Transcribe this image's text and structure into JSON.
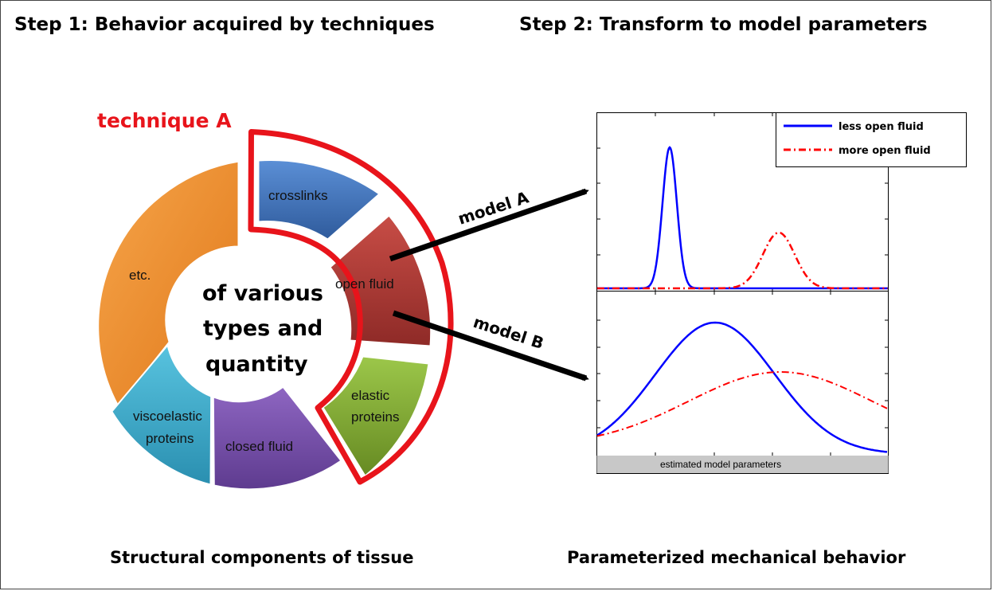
{
  "headings": {
    "step1": "Step 1: Behavior acquired by techniques",
    "step2": "Step 2: Transform to model parameters"
  },
  "captions": {
    "left": "Structural components of tissue",
    "right": "Parameterized mechanical behavior"
  },
  "technique_label": "technique A",
  "donut": {
    "center_lines": [
      "of various",
      "types and",
      "quantity"
    ],
    "segments": {
      "crosslinks": "crosslinks",
      "open_fluid": "open fluid",
      "elastic": [
        "elastic",
        "proteins"
      ],
      "closed_fluid": "closed fluid",
      "viscoelastic": [
        "viscoelastic",
        "proteins"
      ],
      "etc": "etc."
    }
  },
  "arrows": {
    "model_a": "model A",
    "model_b": "model B"
  },
  "plot": {
    "legend": {
      "less": "less open fluid",
      "more": "more open fluid"
    },
    "xlabel": "estimated model parameters"
  },
  "colors": {
    "highlight": "#e8141b",
    "less_open_fluid": "#0000ff",
    "more_open_fluid": "#ff0000",
    "crosslinks": "#3f6fb5",
    "open_fluid": "#b13a35",
    "elastic": "#7fa62f",
    "closed_fluid": "#7650a8",
    "viscoelastic": "#35a9c8",
    "etc": "#ef8a22"
  }
}
